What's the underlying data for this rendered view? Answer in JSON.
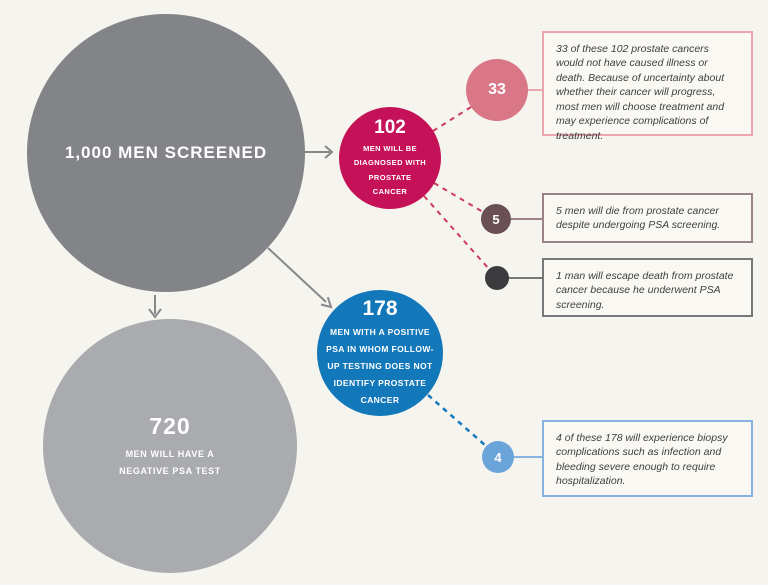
{
  "colors": {
    "background": "#f6f4ee",
    "note-bg": "#faf8f3",
    "big-gray": "#828487",
    "light-gray": "#a9abae",
    "crimson": "#c41157",
    "blue": "#1378ba",
    "rose": "#d97787",
    "mauve": "#6a4f55",
    "charcoal": "#3b3a3c",
    "lightblue": "#6ba4d9",
    "pink-border": "#eba6b0",
    "mauve-border": "#9a8287",
    "gray-border": "#77787a",
    "blue-border": "#85b4e0",
    "arrow-gray": "#85878a",
    "dash-crimson": "#cc3a5c",
    "text": "#3f4043"
  },
  "circles": {
    "screened": {
      "label": "1,000 MEN SCREENED"
    },
    "negative": {
      "value": "720",
      "label": "MEN WILL HAVE A NEGATIVE PSA TEST"
    },
    "diagnosed": {
      "value": "102",
      "label": "MEN WILL BE DIAGNOSED WITH PROSTATE CANCER"
    },
    "positive_psa": {
      "value": "178",
      "label": "MEN WITH A POSITIVE PSA IN WHOM FOLLOW-UP TESTING DOES NOT IDENTIFY PROSTATE CANCER"
    },
    "overdiagnosed": {
      "value": "33"
    },
    "cancer_deaths": {
      "value": "5"
    },
    "biopsy_complications": {
      "value": "4"
    }
  },
  "notes": {
    "overdiagnosis": {
      "text": "33 of these 102 prostate cancers would not have caused illness or death. Because of uncertainty about whether their cancer will progress, most men will choose treatment and may experience complications of treatment."
    },
    "deaths": {
      "text": "5 men will die from prostate cancer despite undergoing PSA screening."
    },
    "escape": {
      "text": "1 man will escape death from prostate cancer because he underwent PSA screening."
    },
    "biopsy": {
      "text": "4 of these 178 will experience biopsy complications such as infection and bleeding severe enough to require hospitalization."
    }
  }
}
